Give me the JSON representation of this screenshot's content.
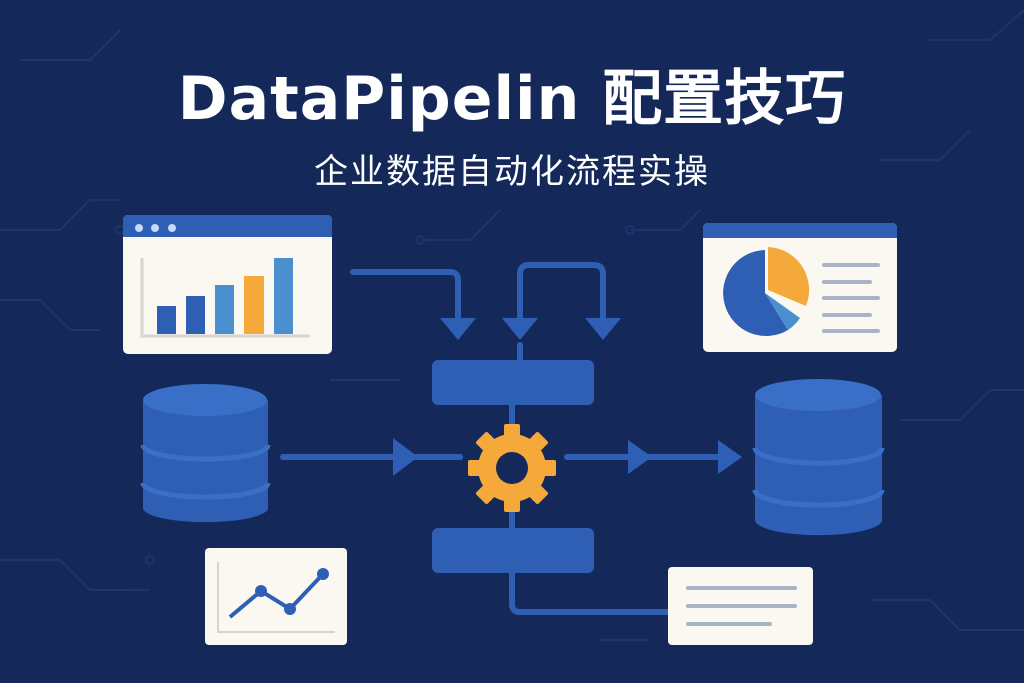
{
  "header": {
    "title": "DataPipelin 配置技巧",
    "subtitle": "企业数据自动化流程实操"
  },
  "colors": {
    "background": "#15285a",
    "primary_blue": "#2f5fb5",
    "light_blue": "#4a90d0",
    "accent_orange": "#f5a93a",
    "card": "#faf8f0"
  },
  "icons": [
    "bar-chart-window-icon",
    "pie-chart-window-icon",
    "database-icon",
    "gear-icon",
    "line-chart-card-icon",
    "text-document-card-icon",
    "process-box",
    "flow-arrow"
  ]
}
